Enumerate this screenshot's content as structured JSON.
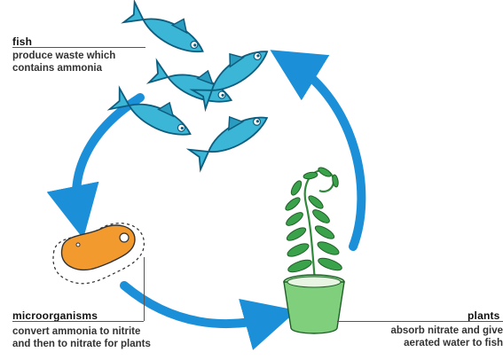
{
  "stages": {
    "fish": {
      "title": "fish",
      "description": [
        "produce waste which",
        "contains ammonia"
      ]
    },
    "microorganisms": {
      "title": "microorganisms",
      "description": [
        "convert ammonia to nitrite",
        "and then to nitrate for plants"
      ]
    },
    "plants": {
      "title": "plants",
      "description": [
        "absorb nitrate and give",
        "aerated water to fish"
      ]
    }
  },
  "colors": {
    "arrow": "#1b8fd8",
    "fish_body": "#3bb6d6",
    "fish_dark": "#1f7fa6",
    "microbe": "#f39a2f",
    "plant": "#3aa24a",
    "pot": "#7fcf7c"
  }
}
